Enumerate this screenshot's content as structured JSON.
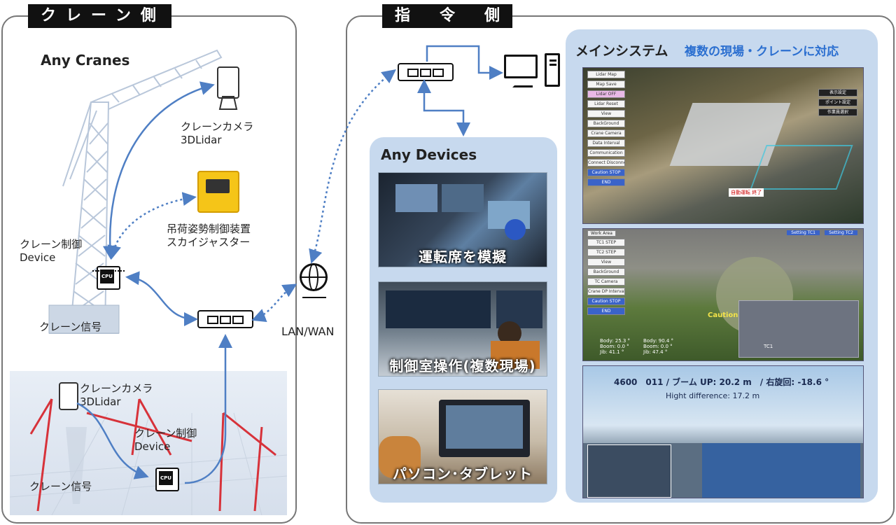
{
  "crane_side": {
    "header": "クレーン側",
    "any_cranes": "Any Cranes",
    "camera_label_top": "クレーンカメラ\n3DLidar",
    "skyjaster_label": "吊荷姿勢制御装置\nスカイジャスター",
    "control_device_label": "クレーン制御\nDevice",
    "signal_label_top": "クレーン信号",
    "cpu_text": "CPU",
    "camera_label_bottom": "クレーンカメラ\n3DLidar",
    "control_device_label_bottom": "クレーン制御\nDevice",
    "signal_label_bottom": "クレーン信号"
  },
  "network": {
    "lan_label": "LAN/WAN"
  },
  "command_side": {
    "header": "指　令　側",
    "any_devices": {
      "title": "Any Devices",
      "items": [
        {
          "caption": "運転席を模擬"
        },
        {
          "caption": "制御室操作(複数現場)"
        },
        {
          "caption": "パソコン･タブレット"
        }
      ]
    },
    "main_system": {
      "title": "メインシステム",
      "subtitle": "複数の現場・クレーンに対応",
      "screen1": {
        "buttons": [
          "Lidar Map",
          "Map Save",
          "Lidar OFF",
          "Lidar Reset",
          "View",
          "BackGround",
          "Crane Camera",
          "Data Interval",
          "Communication",
          "Connect  Disconnect",
          "Caution STOP",
          "END"
        ],
        "right_buttons": [
          "表示設定",
          "ポイント設定",
          "作業員選択"
        ],
        "status": "自動運転 終了"
      },
      "screen2": {
        "buttons": [
          "TC1 STEP",
          "TC2 STEP",
          "View",
          "BackGround",
          "TC Camera",
          "Crane DP Interval",
          "Caution STOP",
          "END"
        ],
        "top_left": "Work Area",
        "top_right": [
          "Setting TC1",
          "Setting TC2"
        ],
        "caution": "Caution",
        "tc1": "TC1",
        "readout_left": "Body: 25.3 °\nBoom: 0.0 °\nJib: 41.1 °",
        "readout_right": "Body: 90.4 °\nBoom: 0.0 °\nJib: 47.4 °"
      },
      "screen3": {
        "line1": "4600　011 / ブーム UP: 20.2 m　/ 右旋回: -18.6 °",
        "line2": "Hight difference: 17.2 m"
      }
    }
  },
  "colors": {
    "arrow": "#4f7fc4",
    "device_panel": "#c7d9ee",
    "main_panel": "#c7d9ee",
    "subtitle": "#2b6fd0"
  }
}
